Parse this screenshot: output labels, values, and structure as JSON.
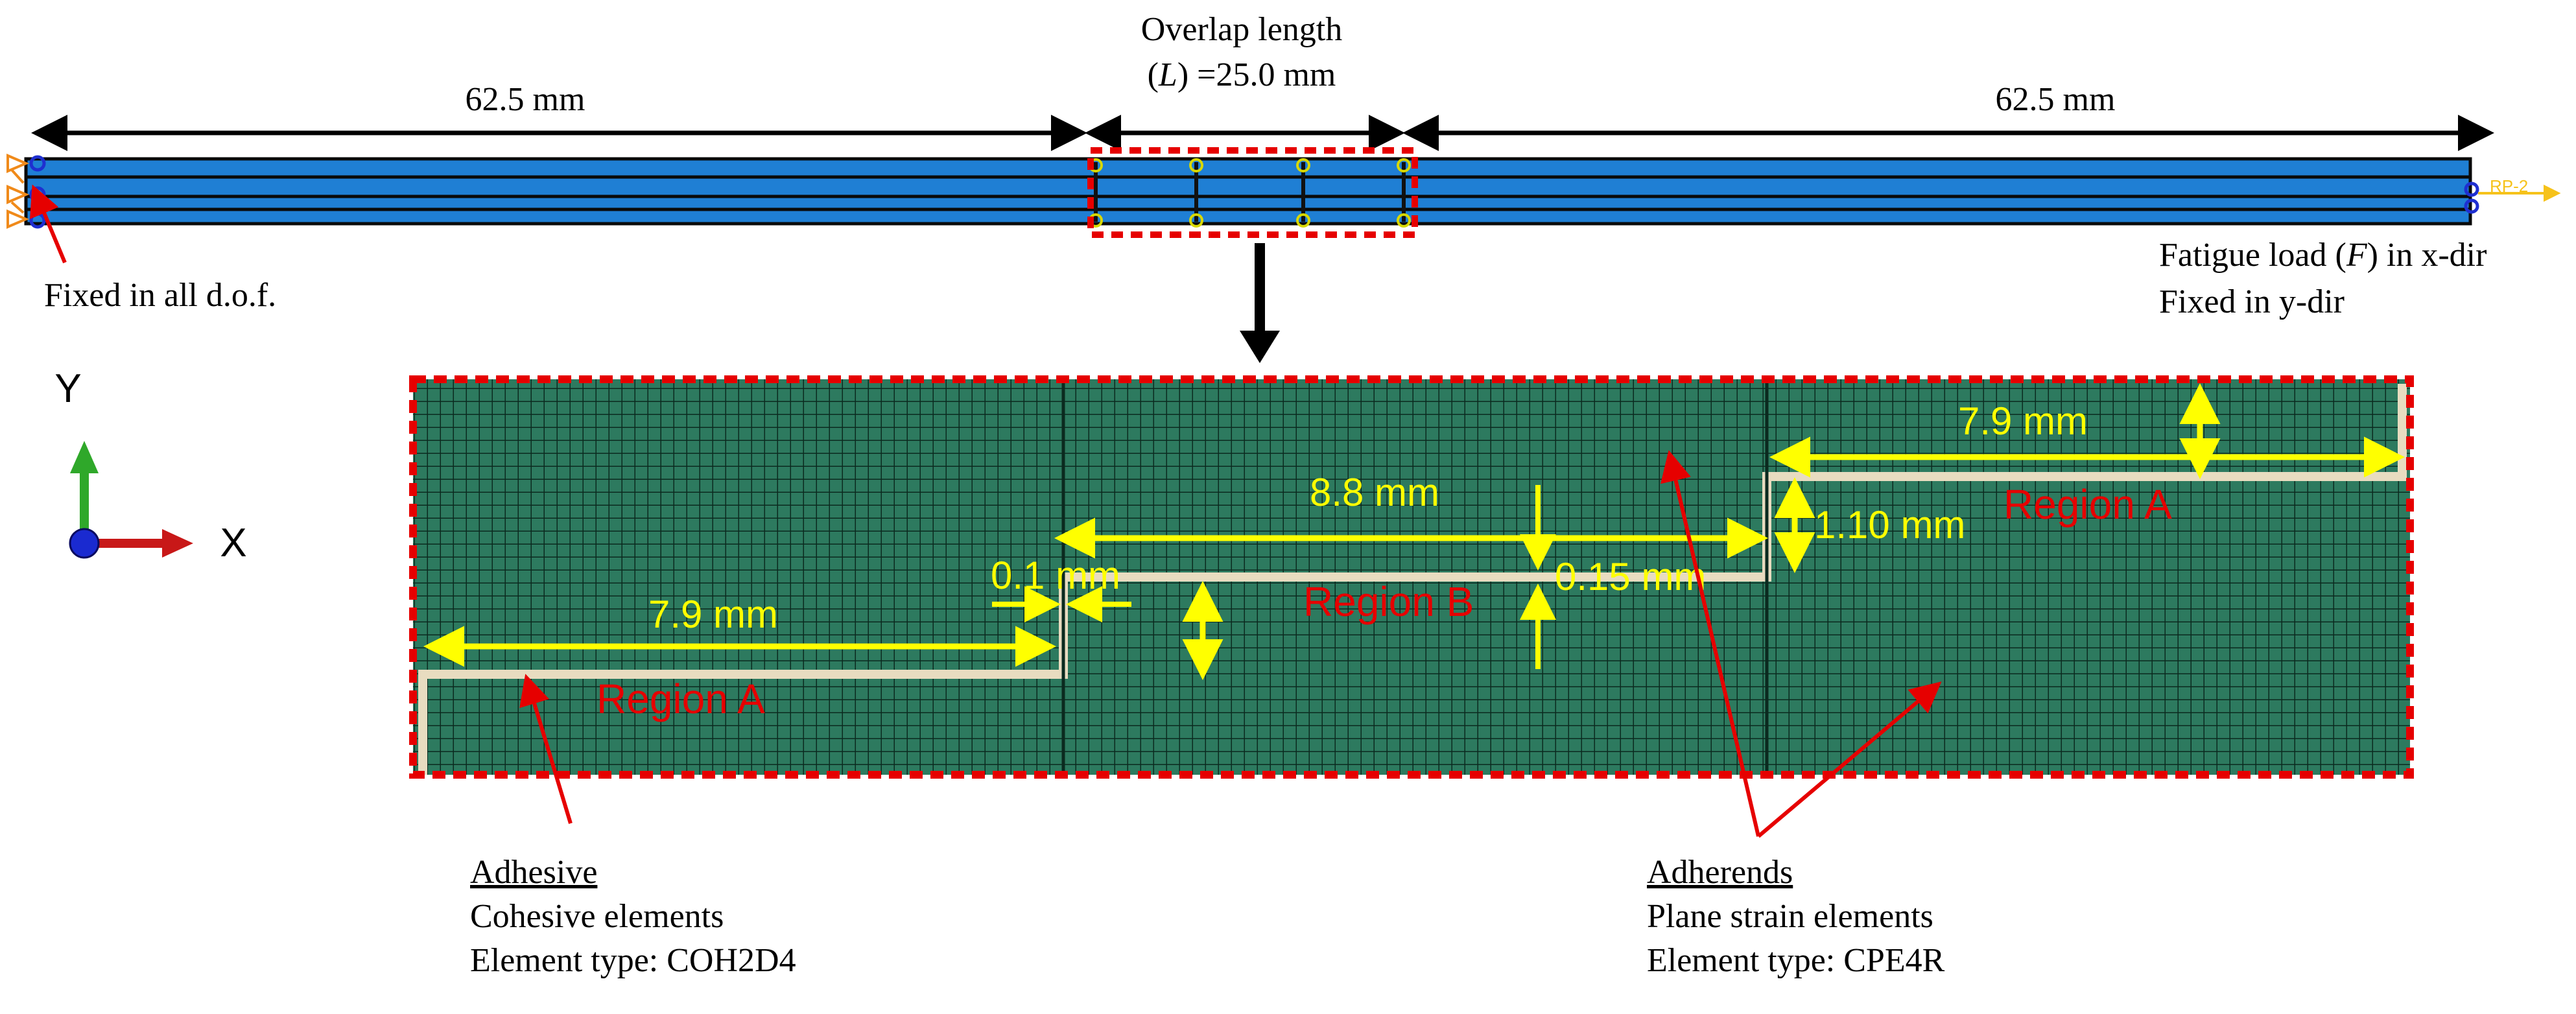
{
  "top_labels": {
    "left_length": "62.5 mm",
    "overlap_line1": "Overlap length",
    "overlap_line2_prefix": "(",
    "overlap_line2_var": "L",
    "overlap_line2_suffix": ") =25.0 mm",
    "right_length": "62.5 mm"
  },
  "boundary": {
    "fixed_left": "Fixed in all d.o.f.",
    "load_line1_prefix": "Fatigue load (",
    "load_line1_var": "F",
    "load_line1_suffix": ") in x-dir",
    "load_line2": "Fixed in y-dir",
    "ref_point": "RP-2"
  },
  "axes": {
    "y": "Y",
    "x": "X"
  },
  "detail": {
    "dim_left_region": "7.9 mm",
    "dim_gap_small": "0.1 mm",
    "dim_middle": "8.8 mm",
    "dim_thickness": "0.15 mm",
    "dim_step_height": "1.10 mm",
    "dim_right_region": "7.9 mm",
    "region_a_left": "Region A",
    "region_b": "Region B",
    "region_a_right": "Region A"
  },
  "adhesive_note": {
    "title": "Adhesive",
    "line1": "Cohesive elements",
    "line2": "Element type: COH2D4"
  },
  "adherends_note": {
    "title": "Adherends",
    "line1": "Plane strain elements",
    "line2": "Element type: CPE4R"
  },
  "colors": {
    "strip_blue": "#1f7fd4",
    "mesh_green": "#2d7a5f",
    "dimension_yellow": "#ffff00",
    "region_red": "#e60000",
    "adhesive_cream": "#e8dcc0"
  }
}
